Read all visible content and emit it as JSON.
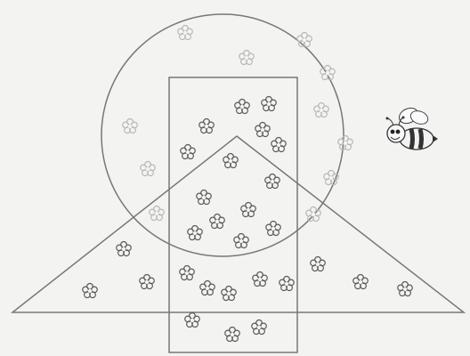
{
  "diagram": {
    "shapes": [
      "circle",
      "rectangle",
      "triangle"
    ],
    "icons": {
      "flower": "flower-icon",
      "bee": "bee-icon"
    },
    "colors": {
      "background": "#f3f3f1",
      "outline": "#777777",
      "flower_dark": "#5a5a5a",
      "flower_light": "#b8b8b8",
      "bee_body": "#f2f2f2",
      "bee_stripe": "#333333"
    }
  }
}
